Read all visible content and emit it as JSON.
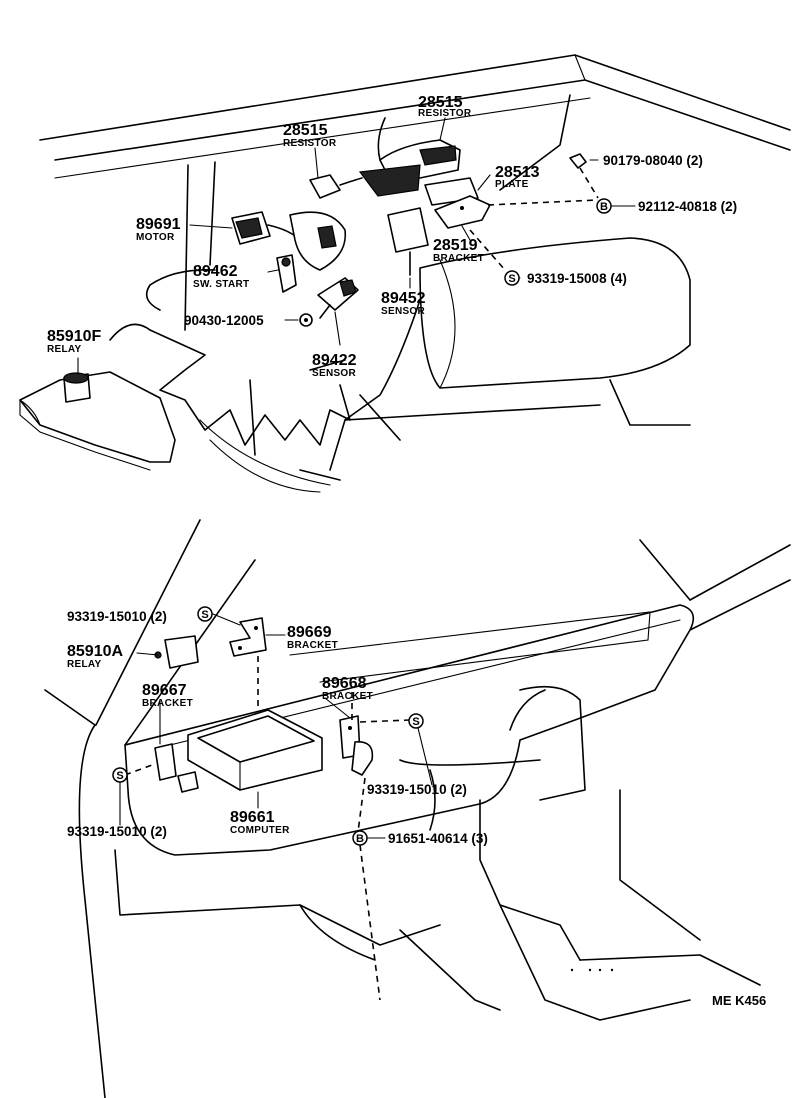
{
  "parts": {
    "resistor_top": {
      "number": "28515",
      "name": "RESISTOR"
    },
    "resistor_left": {
      "number": "28515",
      "name": "RESISTOR"
    },
    "plate": {
      "number": "28513",
      "name": "PLATE"
    },
    "motor": {
      "number": "89691",
      "name": "MOTOR"
    },
    "sw_start": {
      "number": "89462",
      "name": "SW. START"
    },
    "bracket_28519": {
      "number": "28519",
      "name": "BRACKET"
    },
    "sensor_89452": {
      "number": "89452",
      "name": "SENSOR"
    },
    "sensor_89422": {
      "number": "89422",
      "name": "SENSOR"
    },
    "relay_85910f": {
      "number": "85910F",
      "name": "RELAY"
    },
    "bracket_89669": {
      "number": "89669",
      "name": "BRACKET"
    },
    "relay_85910a": {
      "number": "85910A",
      "name": "RELAY"
    },
    "bracket_89667": {
      "number": "89667",
      "name": "BRACKET"
    },
    "bracket_89668": {
      "number": "89668",
      "name": "BRACKET"
    },
    "computer": {
      "number": "89661",
      "name": "COMPUTER"
    }
  },
  "fasteners": {
    "f_90179": {
      "code": "90179-08040 (2)"
    },
    "f_92112": {
      "marker": "B",
      "code": "92112-40818 (2)"
    },
    "f_93319_008": {
      "marker": "S",
      "code": "93319-15008 (4)"
    },
    "f_90430": {
      "code": "90430-12005"
    },
    "f_93319_tl": {
      "marker": "S",
      "code": "93319-15010 (2)"
    },
    "f_93319_r": {
      "marker": "S",
      "code": "93319-15010 (2)"
    },
    "f_93319_bl": {
      "marker": "S",
      "code": "93319-15010 (2)"
    },
    "f_91651": {
      "marker": "B",
      "code": "91651-40614 (3)"
    }
  },
  "reference_code": "ME K456"
}
